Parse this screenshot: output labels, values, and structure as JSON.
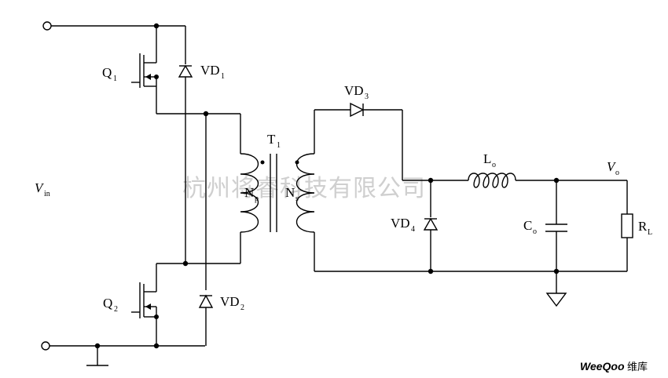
{
  "labels": {
    "Q1": {
      "main": "Q",
      "sub": "1"
    },
    "Q2": {
      "main": "Q",
      "sub": "2"
    },
    "VD1": {
      "main": "VD",
      "sub": "1"
    },
    "VD2": {
      "main": "VD",
      "sub": "2"
    },
    "VD3": {
      "main": "VD",
      "sub": "3"
    },
    "VD4": {
      "main": "VD",
      "sub": "4"
    },
    "T1": {
      "main": "T",
      "sub": "1"
    },
    "Np": {
      "main": "N",
      "sub": "p"
    },
    "Ns": {
      "main": "N",
      "sub": "s"
    },
    "Lo": {
      "main": "L",
      "sub": "o"
    },
    "Co": {
      "main": "C",
      "sub": "o"
    },
    "RL": {
      "main": "R",
      "sub": "L"
    },
    "Vo": {
      "main": "V",
      "sub": "o"
    },
    "Vin": {
      "main": "V",
      "sub": "in"
    }
  },
  "watermark": {
    "text": "杭州将睿科技有限公司",
    "brand": "WeeQoo",
    "brand_suffix": "维库"
  }
}
